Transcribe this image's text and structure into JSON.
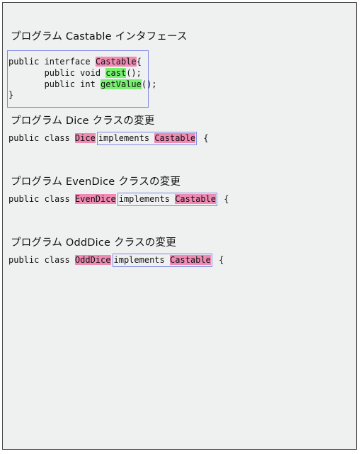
{
  "sections": {
    "castable": {
      "heading": "プログラム Castable インタフェース",
      "line1": {
        "pre": "public interface ",
        "name": "Castable",
        "post": "{"
      },
      "line2": {
        "indent": "       public void ",
        "method": "cast",
        "post": "();"
      },
      "line3": {
        "indent": "       public int ",
        "method": "getValue",
        "post": "();"
      },
      "line4": "}"
    },
    "dice": {
      "heading": "プログラム Dice クラスの変更",
      "pre": "public class ",
      "class_name": "Dice",
      "implements": "implements ",
      "interface_name": "Castable",
      "post": " {"
    },
    "even_dice": {
      "heading": "プログラム EvenDice クラスの変更",
      "pre": "public class ",
      "class_name": "EvenDice",
      "implements": "implements ",
      "interface_name": "Castable",
      "post": " {"
    },
    "odd_dice": {
      "heading": "プログラム OddDice クラスの変更",
      "pre": "public class ",
      "class_name": "OddDice",
      "implements": "implements ",
      "interface_name": "Castable",
      "post": " {"
    }
  },
  "colors": {
    "highlight_pink": "#ef8ab3",
    "highlight_green": "#76f06e",
    "box_border": "#7f88e6",
    "background": "#eff0f0"
  }
}
